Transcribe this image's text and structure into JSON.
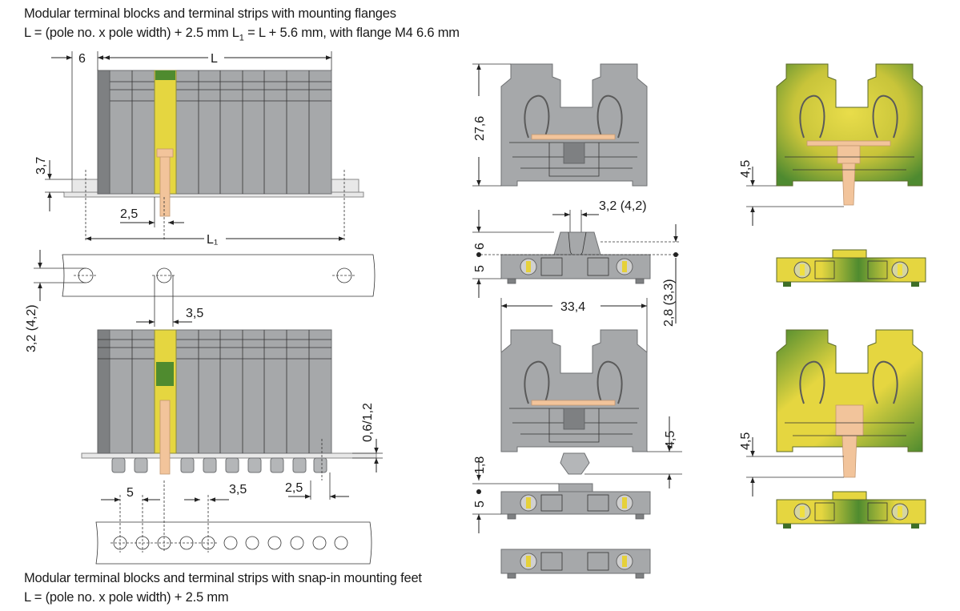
{
  "captions": {
    "flanges_title": "Modular terminal blocks and terminal strips with mounting flanges",
    "flanges_formula_pre": "L = (pole no. x pole width) + 2.5 mm   L",
    "flanges_formula_sub": "1",
    "flanges_formula_post": " = L + 5.6 mm, with flange M4 6.6 mm",
    "snapin_title": "Modular terminal blocks and terminal strips with snap-in mounting feet",
    "snapin_formula": "L = (pole no. x pole width) + 2.5 mm"
  },
  "dimensions": {
    "flange_offset": "6",
    "length_L": "L",
    "height_flange": "3,7",
    "pitch_2_5_a": "2,5",
    "length_L1": "L₁",
    "hole_offset": "3,2 (4,2)",
    "pitch_3_5_a": "3,5",
    "rail_thickness": "0,6/1,2",
    "pitch_5": "5",
    "pitch_3_5_b": "3,5",
    "pitch_2_5_b": "2,5",
    "block_height": "27,6",
    "slot_width": "3,2 (4,2)",
    "top_6": "6",
    "top_5_a": "5",
    "block_width": "33,4",
    "side_2_8": "2,8 (3,3)",
    "foot_4_5_a": "4,5",
    "top_1_8": "1,8",
    "top_5_b": "5",
    "ground_4_5_top": "4,5",
    "ground_4_5_bottom": "4,5"
  },
  "colors": {
    "housing_gray": "#a6a8aa",
    "ground_yellow": "#e5d640",
    "ground_green": "#4f8b2f",
    "contact_copper": "#f2c49b"
  }
}
